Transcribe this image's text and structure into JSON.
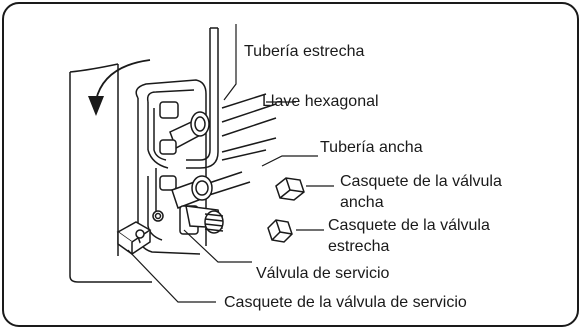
{
  "labels": {
    "narrow_pipe": "Tubería estrecha",
    "hex_key": "Llave hexagonal",
    "wide_pipe": "Tubería ancha",
    "wide_cap_line1": "Casquete de la válvula",
    "wide_cap_line2": "ancha",
    "narrow_cap_line1": "Casquete de la válvula",
    "narrow_cap_line2": "estrecha",
    "service_valve": "Válvula de servicio",
    "service_cap": "Casquete de la válvula de servicio"
  },
  "colors": {
    "line": "#1a1a1a",
    "background": "#ffffff"
  },
  "icons": {
    "rotation_arrow": "curved-arrow-icon"
  }
}
